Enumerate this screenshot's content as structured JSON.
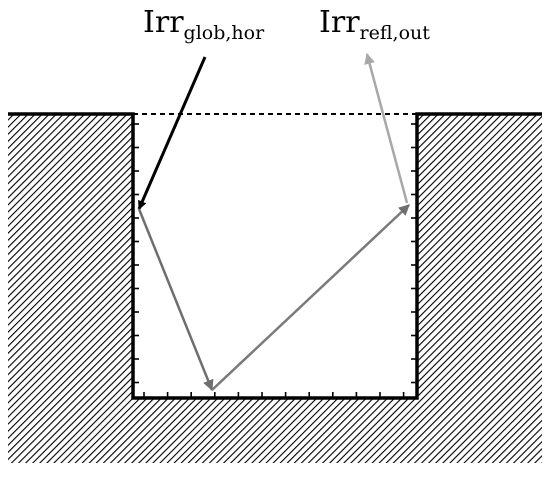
{
  "labels": {
    "global": {
      "base": "Irr",
      "sub": "glob,hor"
    },
    "reflected": {
      "base": "Irr",
      "sub": "refl,out"
    }
  },
  "colors": {
    "ground": "#000000",
    "incoming_ray": "#000000",
    "bounce_ray": "#6e6e6e",
    "outgoing_ray": "#a8a8a8",
    "opening_line": "#000000"
  },
  "icons": {
    "ground_fill": "diagonal-hatch"
  }
}
